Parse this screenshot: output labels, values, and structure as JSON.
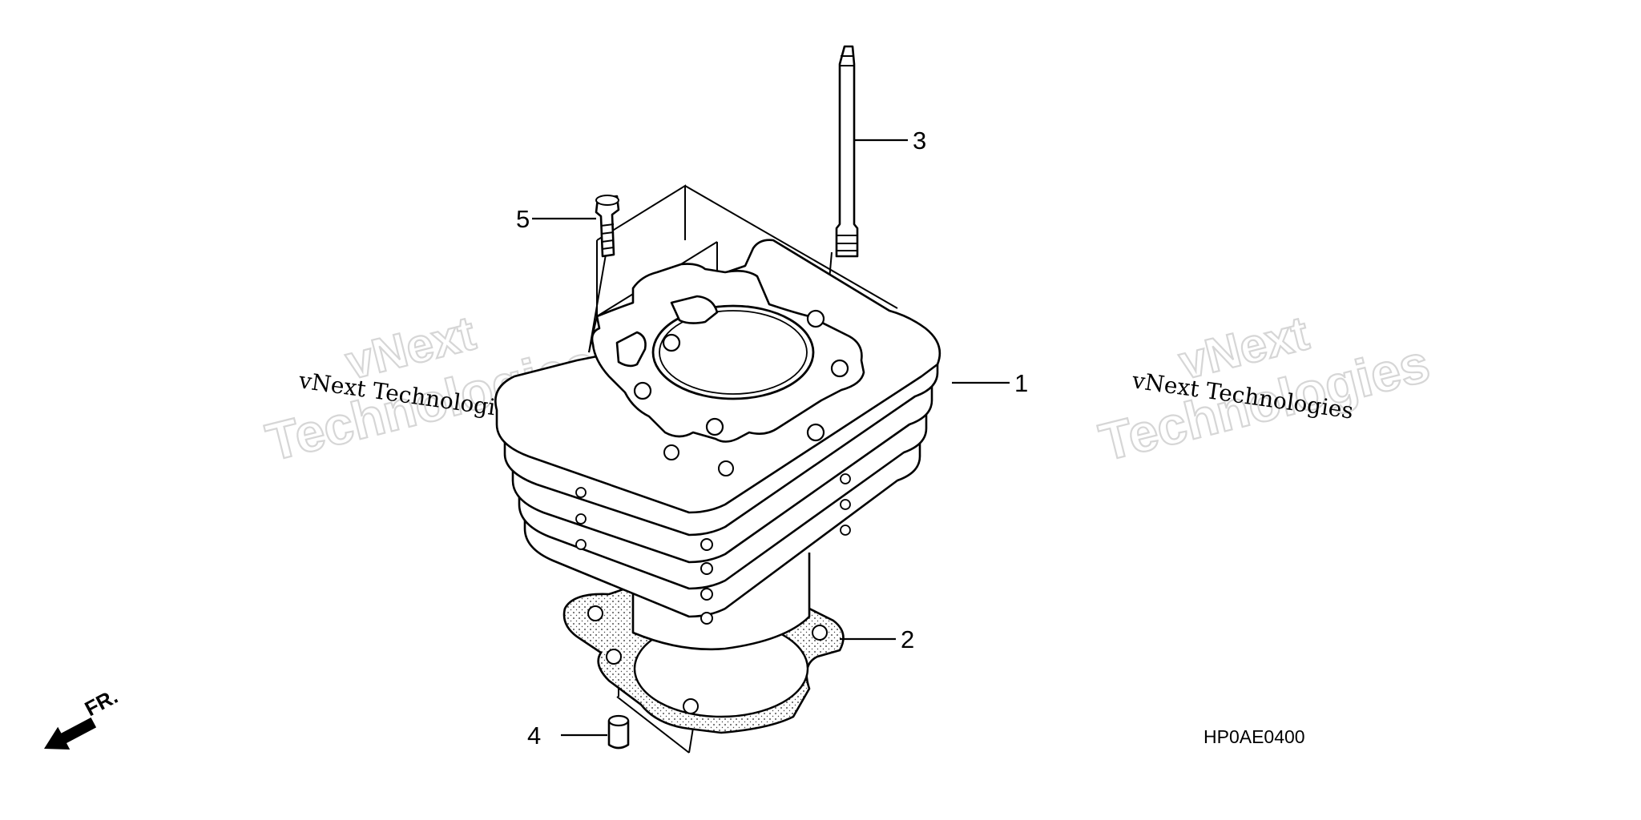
{
  "diagram": {
    "callouts": [
      {
        "number": "1",
        "part": "cylinder"
      },
      {
        "number": "2",
        "part": "cylinder-base-gasket"
      },
      {
        "number": "3",
        "part": "stud-bolt"
      },
      {
        "number": "4",
        "part": "dowel-pin"
      },
      {
        "number": "5",
        "part": "flange-bolt"
      }
    ],
    "front_label": "FR.",
    "diagram_code": "HP0AE0400"
  },
  "watermarks": [
    {
      "line1": "vNext",
      "line2": "Technologies",
      "caption": "vNext Technologies"
    },
    {
      "line1": "vNext",
      "line2": "Technologies",
      "caption": "vNext Technologies"
    }
  ],
  "colors": {
    "line": "#000000",
    "background": "#ffffff",
    "watermark": "#d6d6d6"
  }
}
